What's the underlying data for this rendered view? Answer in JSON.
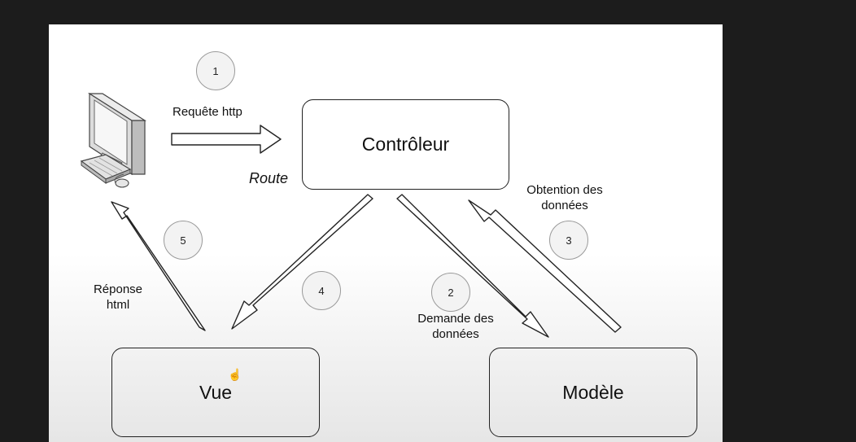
{
  "nodes": {
    "controller": "Contrôleur",
    "view": "Vue",
    "model": "Modèle"
  },
  "steps": [
    {
      "number": "1",
      "label": "Requête http"
    },
    {
      "number": "2",
      "label_line1": "Demande des",
      "label_line2": "données"
    },
    {
      "number": "3",
      "label_line1": "Obtention des",
      "label_line2": "données"
    },
    {
      "number": "4"
    },
    {
      "number": "5",
      "label_line1": "Réponse",
      "label_line2": "html"
    }
  ],
  "route_label": "Route",
  "icons": {
    "client": "desktop-computer-icon",
    "cursor": "hand-cursor-icon"
  }
}
